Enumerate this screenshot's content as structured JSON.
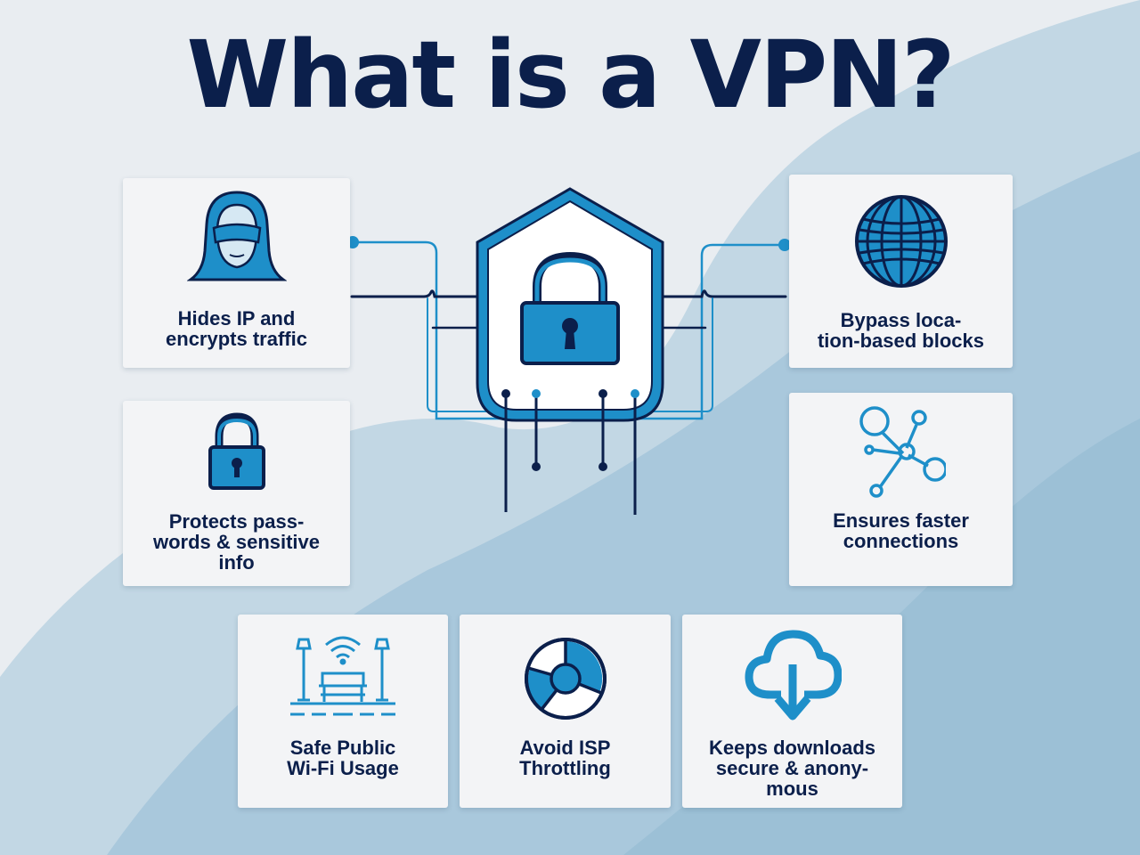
{
  "title": "What is a VPN?",
  "colors": {
    "navy": "#0b1f4b",
    "accent": "#1e8fc9",
    "accent_light": "#2ea3dc",
    "background": "#e9edf1",
    "card": "#f3f4f6"
  },
  "cards": {
    "hide_ip": {
      "label": "Hides IP and\nencrypts traffic",
      "icon": "masked-person-icon"
    },
    "bypass": {
      "label": "Bypass loca-\ntion-based blocks",
      "icon": "globe-icon"
    },
    "protects": {
      "label": "Protects pass-\nwords & sensitive\ninfo",
      "icon": "padlock-icon"
    },
    "faster": {
      "label": "Ensures faster\nconnections",
      "icon": "network-nodes-icon"
    },
    "wifi": {
      "label": "Safe Public\nWi-Fi Usage",
      "icon": "public-wifi-bench-icon"
    },
    "isp": {
      "label": "Avoid ISP\nThrottling",
      "icon": "throttle-dial-icon"
    },
    "downloads": {
      "label": "Keeps downloads\nsecure & anony-\nmous",
      "icon": "cloud-download-icon"
    }
  },
  "center": {
    "icon": "shield-lock-icon"
  }
}
